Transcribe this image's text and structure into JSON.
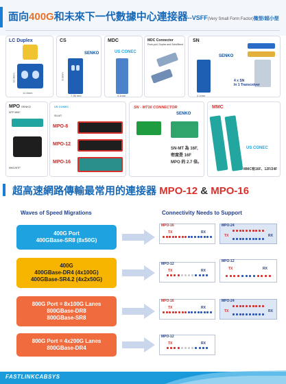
{
  "header": {
    "title_prefix": "面向",
    "title_highlight": "400G",
    "title_suffix": "和未來下一代數據中心連接器",
    "title_dashes": "--VSFF",
    "title_sub": "(Very Small Form Factor)",
    "title_tail": "微型/超小型"
  },
  "panels": {
    "lc_duplex": {
      "label": "LC Duplex",
      "dim_w": "12.8mm",
      "dim_h": "10.4mm"
    },
    "cs": {
      "label": "CS",
      "dim_w": "7.35 mm",
      "dim_h": "8.0mm"
    },
    "mdc": {
      "label": "MDC",
      "dim_w": "3.1mm",
      "brand": "US CONEC"
    },
    "mdc_connector": {
      "label": "MDC Connector",
      "sublabel": "Push-pull, Duplex and Solid/Bend"
    },
    "sn": {
      "label": "SN",
      "brand": "SENKO",
      "dim_w": "3.1mm",
      "note": "4 x SN\nIn 1 Transceiver"
    },
    "mpo": {
      "label": "MPO",
      "brand": "SENKO",
      "sub1": "MTP MMC",
      "sub2": "MMC/MTP"
    },
    "mpo_variants": {
      "l1": "MPO-8",
      "l2": "MPO-12",
      "l3": "MPO-16",
      "brand": "US CONEC",
      "brand2": "SN-MT"
    },
    "sn_mt": {
      "label": "SN - MT16 CONNECTOR",
      "note1": "SN-MT 為 16F,",
      "note2": "密度是 16F",
      "note3": "MPO 的 2.7 倍。"
    },
    "mmc": {
      "label": "MMC",
      "brand": "US CONEC",
      "note": "MMC有16F、12F/24F"
    }
  },
  "section2": {
    "title_main": "超高速網路傳輸最常用的連接器",
    "title_mpo12": "MPO-12",
    "title_amp": "&",
    "title_mpo16": "MPO-16"
  },
  "columns": {
    "left": "Waves of Speed Migrations",
    "right": "Connectivity Needs to Support"
  },
  "speed_rows": [
    {
      "line1": "400G Port",
      "line2": "400GBase-SR8 (8x50G)",
      "line3": ""
    },
    {
      "line1": "400G",
      "line2": "400GBase-DR4 (4x100G)",
      "line3": "400GBase-SR4.2 (4x2x50G)"
    },
    {
      "line1": "800G Port = 8x100G Lanes",
      "line2": "800GBase-DR8",
      "line3": "800GBase-SR8"
    },
    {
      "line1": "800G Port = 4x200G Lanes",
      "line2": "800GBase-DR4",
      "line3": ""
    }
  ],
  "conn_cards": [
    {
      "label": "MPO-16",
      "tx": "TX",
      "rx": "RX"
    },
    {
      "label": "MPO-24",
      "tx": "TX",
      "rx": "RX"
    },
    {
      "label": "MPO-12",
      "tx": "TX",
      "rx": "RX"
    },
    {
      "label": "MPO-12",
      "tx": "TX",
      "rx": "RX"
    },
    {
      "label": "MPO-16",
      "tx": "TX",
      "rx": "RX"
    },
    {
      "label": "MPO-24",
      "tx": "TX",
      "rx": "RX"
    },
    {
      "label": "MPO-12",
      "tx": "TX",
      "rx": "RX"
    }
  ],
  "footer": {
    "brand": "FASTLINKCABSYS"
  },
  "colors": {
    "primary": "#1769b8",
    "accent": "#e8732a",
    "red": "#d8302b",
    "footer": "#1a9ad8"
  }
}
